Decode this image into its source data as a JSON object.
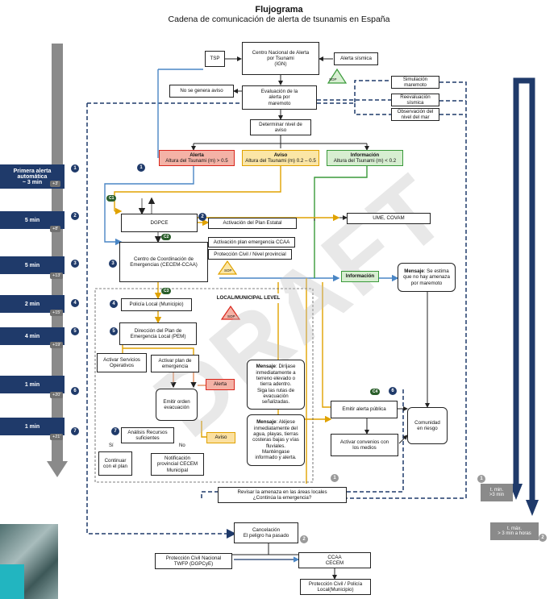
{
  "title": "Flujograma",
  "subtitle": "Cadena de comunicación de alerta de tsunamis en España",
  "watermark": "DRAFT",
  "nodes": {
    "tsp": "TSP",
    "ign": "Centro Nacional de Alerta\npor Tsunami\n(IGN)",
    "alerta_sismica": "Alerta sísmica",
    "sop": "SOP",
    "no_aviso": "No se genera aviso",
    "evaluacion": "Evaluación de la\nalerta por\nmaremoto",
    "simulacion": "Simulación\nmaremoto",
    "reevaluacion": "Reevaluación\nsísmica",
    "observacion": "Observación del\nnivel del mar",
    "determinar": "Determinar nivel de\naviso",
    "alerta_title": "Alerta",
    "alerta_desc": "Altura del Tsunami (m) > 0.5",
    "aviso_title": "Aviso",
    "aviso_desc": "Altura del Tsunami (m) 0.2 – 0.5",
    "informacion_title": "Información",
    "informacion_desc": "Altura del Tsunami (m) < 0.2",
    "dgpce": "DGPCE",
    "activacion_estatal": "Activación del Plan Estatal",
    "ume": "UME, COVAM",
    "activacion_ccaa": "Activación plan emergencia CCAA",
    "proteccion_civil": "Protección Civil / Nivel provincial",
    "cecem": "Centro de Coordinación de\nEmergencias (CECEM-CCAA)",
    "informacion_box": "Información",
    "mensaje1_bold": "Mensaje",
    "mensaje1": ": Se estima\nque no hay amenaza\npor maremoto",
    "policia": "Policía Local (Municipio)",
    "local_level": "LOCAL/MUNICIPAL LEVEL",
    "direccion": "Dirección del Plan de\nEmergencia Local (PEM)",
    "activar_servicios": "Activar Servicios\nOperativos",
    "activar_plan": "Activar plan de\nemergencia",
    "alerta_small": "Alerta",
    "emitir_orden": "Emitir orden\nevacuación",
    "aviso_small": "Aviso",
    "mensaje2_bold": "Mensaje",
    "mensaje2": ": Diríjase\ninmediatamente a\nterreno elevado o\ntierra adentro.\nSiga las rutas de\nevacuación\nseñalizadas.",
    "mensaje3_bold": "Mensaje",
    "mensaje3": ": Aléjese\ninmediatamente del\nagua, playas, tierras\ncosteras bajas y vías\nfluviales.\nManténgase\ninformado y alerta.",
    "analisis": "Análisis Recursos\nsuficientes",
    "si": "Sí",
    "no": "No",
    "continuar": "Continuar\ncon el plan",
    "notificacion": "Notificación\nprovincial CECEM\nMunicipal",
    "emitir_alerta": "Emitir alerta pública",
    "activar_convenios": "Activar convenios con\nlos medios",
    "comunidad": "Comunidad\nen riesgo",
    "revisar": "Revisar la amenaza en las áreas locales\n¿Continúa la emergencia?",
    "cancelacion": "Cancelación\nEl peligro ha pasado",
    "pc_nacional": "Protección Civil Nacional\nTWFP (DGPCyE)",
    "ccaa": "CCAA\nCECEM",
    "pc_policia": "Protección Civil / Policía\nLocal(Municipio)"
  },
  "codes": {
    "c1": "C1",
    "c2": "C2",
    "c3": "C3",
    "c4": "C4"
  },
  "timeline": [
    {
      "label": "Primera alerta\nautomática\n~ 3 min",
      "tag": "+3'",
      "num": "1"
    },
    {
      "label": "5 min",
      "tag": "+8'",
      "num": "2"
    },
    {
      "label": "5 min",
      "tag": "+13'",
      "num": "3"
    },
    {
      "label": "2 min",
      "tag": "+15'",
      "num": "4"
    },
    {
      "label": "4 min",
      "tag": "+19'",
      "num": "5"
    },
    {
      "label": "1 min",
      "tag": "+20'",
      "num": "6"
    },
    {
      "label": "1 min",
      "tag": "+21'",
      "num": "7"
    }
  ],
  "right_side": {
    "t_min": "t. min.\n>3 min",
    "t_max": "t. máx.\n> 3 min a horas",
    "num1": "1",
    "num2": "2"
  },
  "step_numbers": {
    "n1": "1",
    "n2": "2",
    "n3": "3",
    "n4": "4",
    "n5": "5",
    "n6": "6",
    "n7": "7",
    "g1": "1",
    "g2": "2"
  },
  "colors": {
    "navy": "#1f3a6a",
    "red": "#d9261c",
    "yellow": "#e0a200",
    "green": "#3a9a3a",
    "blue_line": "#4a86c5",
    "gray": "#8a8a8a"
  }
}
